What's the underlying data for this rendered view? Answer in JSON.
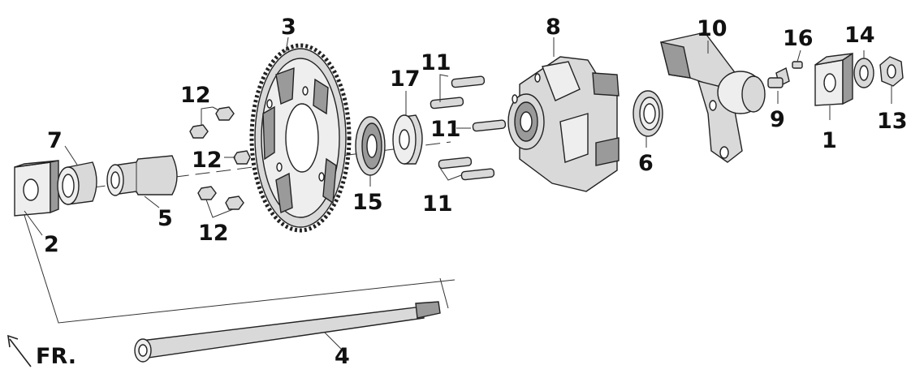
{
  "diagram": {
    "direction_label": "FR.",
    "parts": [
      {
        "id": "1",
        "label": "1"
      },
      {
        "id": "2",
        "label": "2"
      },
      {
        "id": "3",
        "label": "3"
      },
      {
        "id": "4",
        "label": "4"
      },
      {
        "id": "5",
        "label": "5"
      },
      {
        "id": "6",
        "label": "6"
      },
      {
        "id": "7",
        "label": "7"
      },
      {
        "id": "8",
        "label": "8"
      },
      {
        "id": "9",
        "label": "9"
      },
      {
        "id": "10",
        "label": "10"
      },
      {
        "id": "11a",
        "label": "11"
      },
      {
        "id": "11b",
        "label": "11"
      },
      {
        "id": "11c",
        "label": "11"
      },
      {
        "id": "12a",
        "label": "12"
      },
      {
        "id": "12b",
        "label": "12"
      },
      {
        "id": "12c",
        "label": "12"
      },
      {
        "id": "13",
        "label": "13"
      },
      {
        "id": "14",
        "label": "14"
      },
      {
        "id": "15",
        "label": "15"
      },
      {
        "id": "16",
        "label": "16"
      },
      {
        "id": "17",
        "label": "17"
      }
    ]
  }
}
